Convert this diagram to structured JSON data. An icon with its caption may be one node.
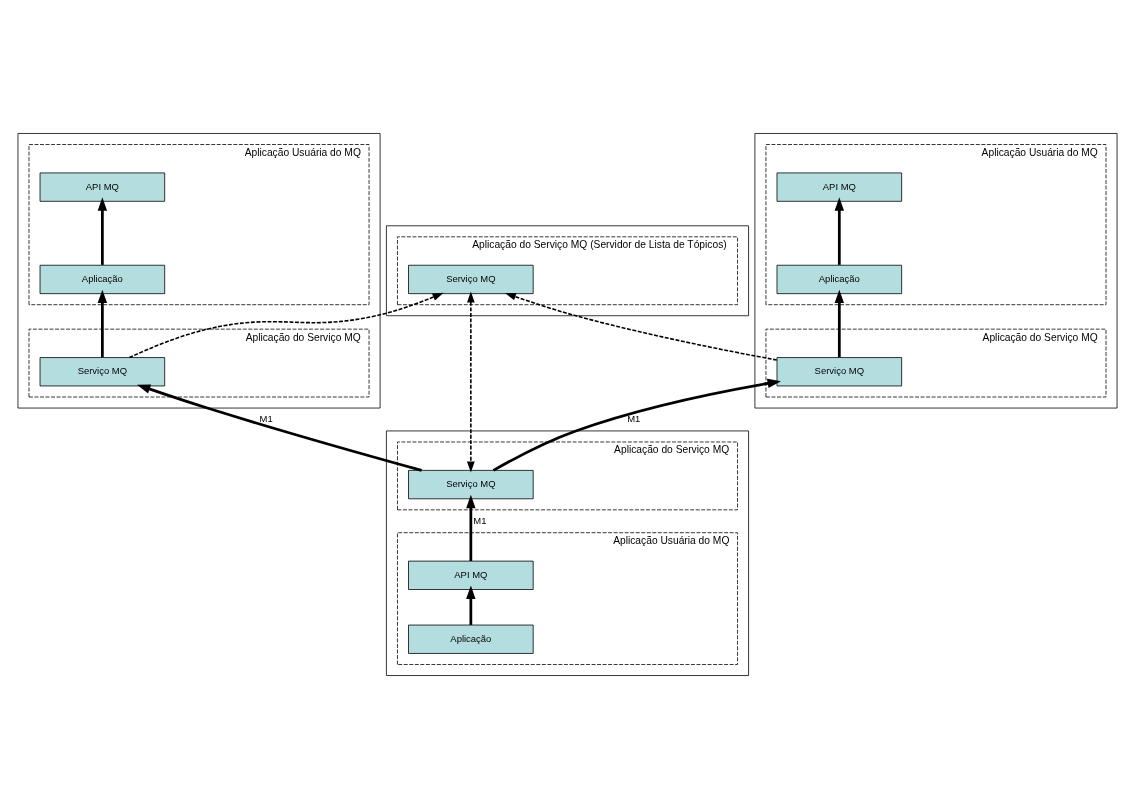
{
  "diagram": {
    "nodes": [
      {
        "text": [],
        "shape": "box"
      },
      {
        "text": [
          "Aplicação Usuária do MQ"
        ],
        "in": 0
      },
      {
        "text": [
          "API MQ"
        ],
        "in": 1
      },
      {
        "text": [
          "Aplicação"
        ],
        "in": 1
      },
      {
        "text": [
          "Aplicação do Serviço MQ"
        ],
        "in": 0
      },
      {
        "text": [
          "Serviço MQ"
        ],
        "in": 4
      },
      {
        "text": [],
        "shape": "box"
      },
      {
        "text": [
          "Aplicação Usuária do MQ"
        ],
        "in": 6
      },
      {
        "text": [
          "API MQ"
        ],
        "in": 7
      },
      {
        "text": [
          "Aplicação"
        ],
        "in": 7
      },
      {
        "text": [
          "Aplicação do Serviço MQ"
        ],
        "in": 6
      },
      {
        "text": [
          "Serviço MQ"
        ],
        "in": 10
      },
      {
        "text": [],
        "shape": "box"
      },
      {
        "text": [
          "Aplicação do Serviço MQ (Servidor de Lista de Tópicos)"
        ],
        "in": 12
      },
      {
        "text": [
          "Serviço MQ"
        ],
        "in": 13
      },
      {
        "text": [],
        "shape": "box"
      },
      {
        "text": [
          "Aplicação do Serviço MQ"
        ],
        "in": 15
      },
      {
        "text": [
          "Serviço MQ"
        ],
        "in": 16
      },
      {
        "text": [
          "Aplicação Usuária do MQ"
        ],
        "in": 15
      },
      {
        "text": [
          "API MQ"
        ],
        "in": 18
      },
      {
        "text": [
          "Aplicação"
        ],
        "in": 18
      }
    ],
    "edges": [
      {
        "from": 3,
        "to": 2,
        "arrow": "to"
      },
      {
        "from": 5,
        "to": 3,
        "arrow": "to"
      },
      {
        "from": 9,
        "to": 8,
        "arrow": "to"
      },
      {
        "from": 11,
        "to": 9,
        "arrow": "to"
      },
      {
        "from": 17,
        "to": 5,
        "arrow": "to",
        "label": "M1"
      },
      {
        "from": 17,
        "to": 11,
        "arrow": "to",
        "label": "M1"
      },
      {
        "from": 5,
        "to": 14,
        "arrow": "to",
        "style": "dashed"
      },
      {
        "from": 11,
        "to": 14,
        "arrow": "to",
        "style": "dashed"
      },
      {
        "from": 14,
        "to": 17,
        "arrow": "both",
        "style": "dashed"
      },
      {
        "from": 20,
        "to": 19,
        "arrow": "to"
      },
      {
        "from": 19,
        "to": 17,
        "arrow": "to",
        "label": "M1"
      }
    ]
  }
}
